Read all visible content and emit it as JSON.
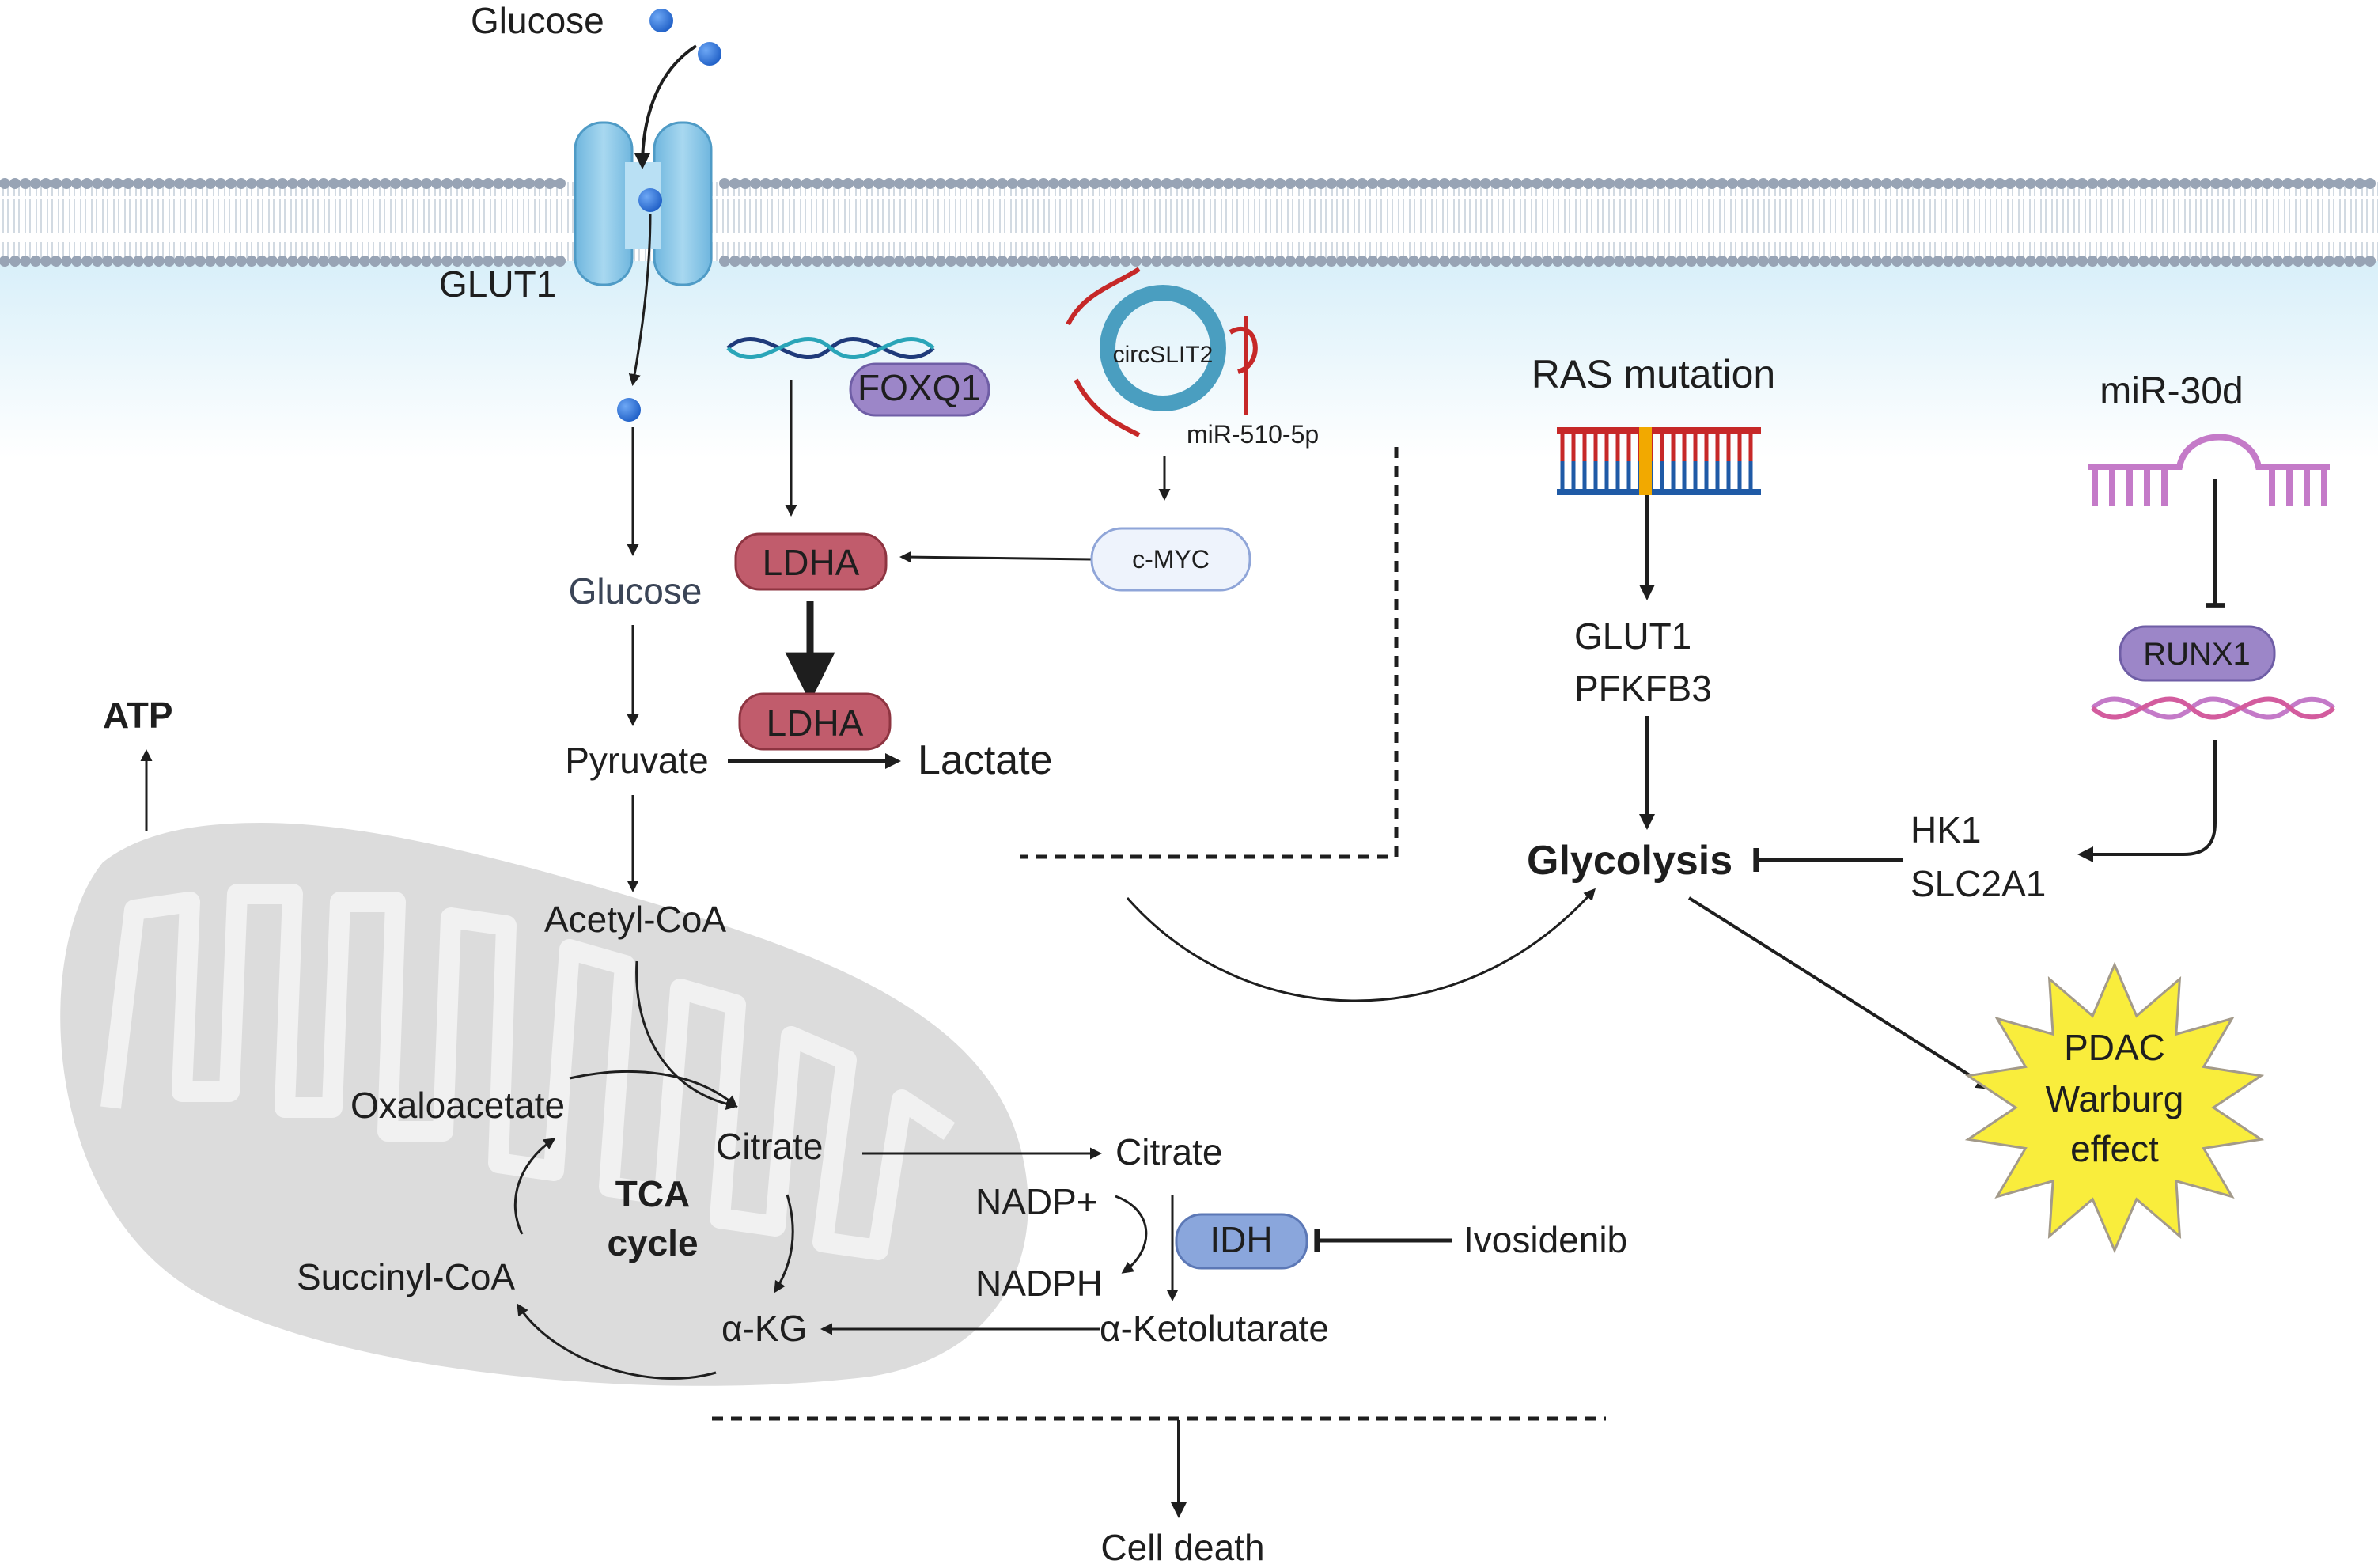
{
  "labels": {
    "glucose_out": "Glucose",
    "glut1_transporter": "GLUT1",
    "foxq1": "FOXQ1",
    "circslit2": "circSLIT2",
    "mir510": "miR-510-5p",
    "cmyc": "c-MYC",
    "ldha_top": "LDHA",
    "ldha_bottom": "LDHA",
    "glucose_in": "Glucose",
    "pyruvate": "Pyruvate",
    "lactate": "Lactate",
    "acetylcoa": "Acetyl-CoA",
    "atp": "ATP",
    "oxaloacetate": "Oxaloacetate",
    "citrate_tca": "Citrate",
    "tca_line1": "TCA",
    "tca_line2": "cycle",
    "succinylcoa": "Succinyl-CoA",
    "akg": "α-KG",
    "citrate_out": "Citrate",
    "nadp": "NADP+",
    "nadph": "NADPH",
    "idh": "IDH",
    "ivosidenib": "Ivosidenib",
    "ketolutarate": "α-Ketolutarate",
    "celldeath": "Cell death",
    "ras": "RAS mutation",
    "glut1_target": "GLUT1",
    "pfkfb3": "PFKFB3",
    "glycolysis": "Glycolysis",
    "mir30d": "miR-30d",
    "runx1": "RUNX1",
    "hk1": "HK1",
    "slc2a1": "SLC2A1",
    "pdac_line1": "PDAC",
    "pdac_line2": "Warburg",
    "pdac_line3": "effect"
  },
  "colors": {
    "glucose_dot": "#2f6fd6",
    "membrane_head": "#9aa6b6",
    "cytoplasm": "#e6f5fc",
    "transporter": "#8fcbea",
    "mitochondrion": "#dcdcdc",
    "ldha": "#c15c6c",
    "foxq1": "#9c86c8",
    "runx1": "#9c86c8",
    "idh": "#8aa6dc",
    "cmyc": "#eef3fc",
    "circ_ring": "#4a9ec0",
    "rna_red": "#c62828",
    "mir30d": "#c47ac8",
    "starburst": "#f9ed3c"
  }
}
